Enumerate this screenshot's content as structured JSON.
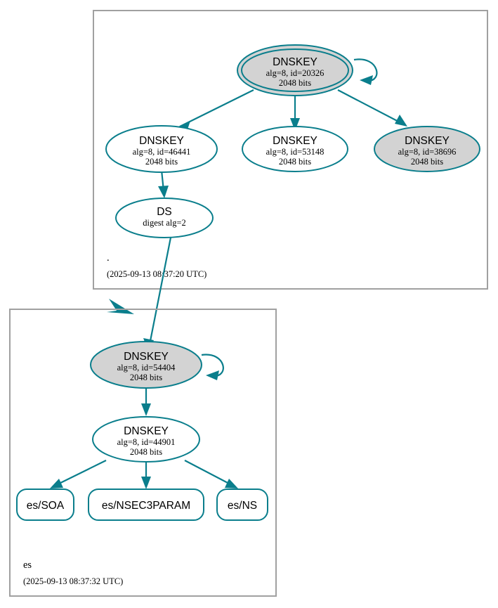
{
  "diagram": {
    "type": "dnssec-authentication-chain",
    "accent_color": "#0a7e8c",
    "secure_fill_color": "#d3d3d3",
    "plain_fill_color": "#ffffff",
    "cluster_border_color": "#a0a0a0"
  },
  "zones": [
    {
      "id": "root",
      "name": ".",
      "timestamp": "(2025-09-13 08:37:20 UTC)",
      "nodes": [
        {
          "id": "ksk-20326",
          "kind": "DNSKEY",
          "title": "DNSKEY",
          "params": "alg=8, id=20326",
          "size": "2048 bits",
          "shape": "doubleellipse",
          "fill": "gray",
          "self_signed": true
        },
        {
          "id": "zsk-46441",
          "kind": "DNSKEY",
          "title": "DNSKEY",
          "params": "alg=8, id=46441",
          "size": "2048 bits",
          "shape": "ellipse",
          "fill": "white",
          "self_signed": false
        },
        {
          "id": "zsk-53148",
          "kind": "DNSKEY",
          "title": "DNSKEY",
          "params": "alg=8, id=53148",
          "size": "2048 bits",
          "shape": "ellipse",
          "fill": "white",
          "self_signed": false
        },
        {
          "id": "zsk-38696",
          "kind": "DNSKEY",
          "title": "DNSKEY",
          "params": "alg=8, id=38696",
          "size": "2048 bits",
          "shape": "ellipse",
          "fill": "gray",
          "self_signed": false
        },
        {
          "id": "ds-2",
          "kind": "DS",
          "title": "DS",
          "params": "digest alg=2",
          "size": "",
          "shape": "ellipse",
          "fill": "white",
          "self_signed": false
        }
      ]
    },
    {
      "id": "es",
      "name": "es",
      "timestamp": "(2025-09-13 08:37:32 UTC)",
      "nodes": [
        {
          "id": "es-ksk-54404",
          "kind": "DNSKEY",
          "title": "DNSKEY",
          "params": "alg=8, id=54404",
          "size": "2048 bits",
          "shape": "ellipse",
          "fill": "gray",
          "self_signed": true
        },
        {
          "id": "es-zsk-44901",
          "kind": "DNSKEY",
          "title": "DNSKEY",
          "params": "alg=8, id=44901",
          "size": "2048 bits",
          "shape": "ellipse",
          "fill": "white",
          "self_signed": false
        }
      ],
      "rrsets": [
        {
          "id": "es-soa",
          "label": "es/SOA"
        },
        {
          "id": "es-nsec3param",
          "label": "es/NSEC3PARAM"
        },
        {
          "id": "es-ns",
          "label": "es/NS"
        }
      ]
    }
  ],
  "edges": [
    {
      "from": "ksk-20326",
      "to": "ksk-20326",
      "kind": "self-sign"
    },
    {
      "from": "ksk-20326",
      "to": "zsk-46441",
      "kind": "signs"
    },
    {
      "from": "ksk-20326",
      "to": "zsk-53148",
      "kind": "signs"
    },
    {
      "from": "ksk-20326",
      "to": "zsk-38696",
      "kind": "signs"
    },
    {
      "from": "zsk-46441",
      "to": "ds-2",
      "kind": "signs"
    },
    {
      "from": "ds-2",
      "to": "es-ksk-54404",
      "kind": "delegation"
    },
    {
      "from": "es-ksk-54404",
      "to": "es-ksk-54404",
      "kind": "self-sign"
    },
    {
      "from": "es-ksk-54404",
      "to": "es-zsk-44901",
      "kind": "signs"
    },
    {
      "from": "es-zsk-44901",
      "to": "es-soa",
      "kind": "signs"
    },
    {
      "from": "es-zsk-44901",
      "to": "es-nsec3param",
      "kind": "signs"
    },
    {
      "from": "es-zsk-44901",
      "to": "es-ns",
      "kind": "signs"
    }
  ]
}
